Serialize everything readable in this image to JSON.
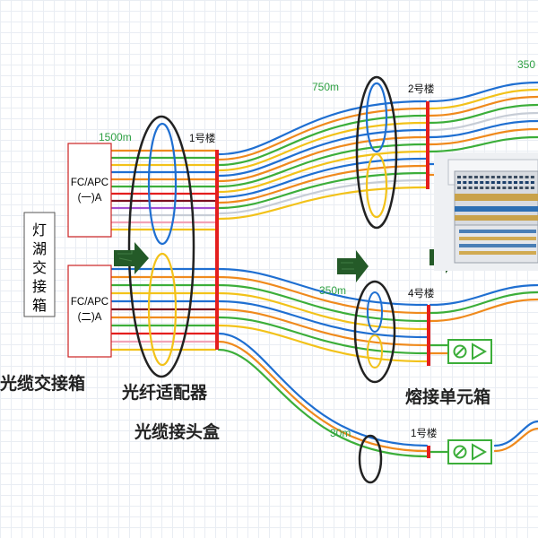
{
  "distances": {
    "main": "1500m",
    "b2": "750m",
    "b4": "350m",
    "b1": "30m",
    "cut": "350"
  },
  "buildings": {
    "bldg1_top": "1号楼",
    "bldg2": "2号楼",
    "bldg4": "4号楼",
    "bldg1_bottom": "1号楼"
  },
  "connectors": {
    "a": [
      "FC/APC",
      "(一)A"
    ],
    "b": [
      "FC/APC",
      "(二)A"
    ]
  },
  "cabinet_label": [
    "灯",
    "湖",
    "交",
    "接",
    "箱"
  ],
  "captions": {
    "cross_box": "光缆交接箱",
    "adapter": "光纤适配器",
    "joint_box": "光缆接头盒",
    "splice_unit": "熔接单元箱"
  },
  "colors": {
    "blue": "#1f6fd1",
    "orange": "#ef8a1d",
    "green": "#3cae3a",
    "yellow": "#f2c21a",
    "red": "#e41e1e",
    "dark_red": "#7a0f1f",
    "purple": "#a24fd1",
    "grey": "#c7cdd6",
    "pink": "#f2a3b8",
    "arrow_green": "#245a28",
    "label_green": "#2ea043"
  },
  "icons": [
    "play-arrow-icon",
    "terminal-icon",
    "rack-photo-icon"
  ]
}
